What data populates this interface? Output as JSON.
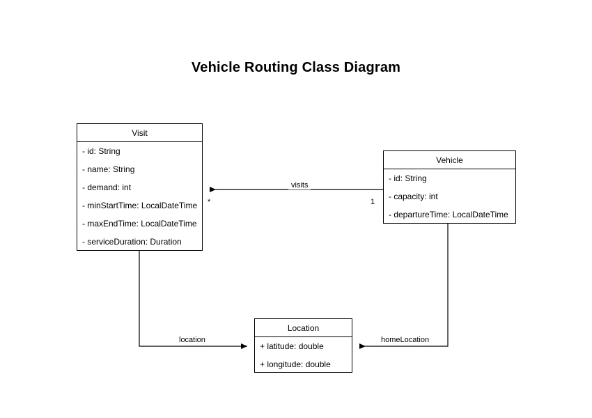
{
  "diagram": {
    "title": "Vehicle Routing Class Diagram",
    "background_color": "#ffffff",
    "line_color": "#000000",
    "text_color": "#000000"
  },
  "classes": [
    {
      "name": "Visit",
      "attributes": [
        "- id: String",
        "- name: String",
        "- demand: int",
        "- minStartTime: LocalDateTime",
        "- maxEndTime: LocalDateTime",
        "- serviceDuration: Duration"
      ]
    },
    {
      "name": "Vehicle",
      "attributes": [
        "- id: String",
        "- capacity: int",
        "- departureTime: LocalDateTime"
      ]
    },
    {
      "name": "Location",
      "attributes": [
        "+ latitude: double",
        "+ longitude: double"
      ]
    }
  ],
  "relationships": [
    {
      "label": "visits",
      "from": "Vehicle",
      "to": "Visit",
      "source_multiplicity": "1",
      "target_multiplicity": "*"
    },
    {
      "label": "location",
      "from": "Visit",
      "to": "Location",
      "source_multiplicity": "",
      "target_multiplicity": ""
    },
    {
      "label": "homeLocation",
      "from": "Vehicle",
      "to": "Location",
      "source_multiplicity": "",
      "target_multiplicity": ""
    }
  ]
}
